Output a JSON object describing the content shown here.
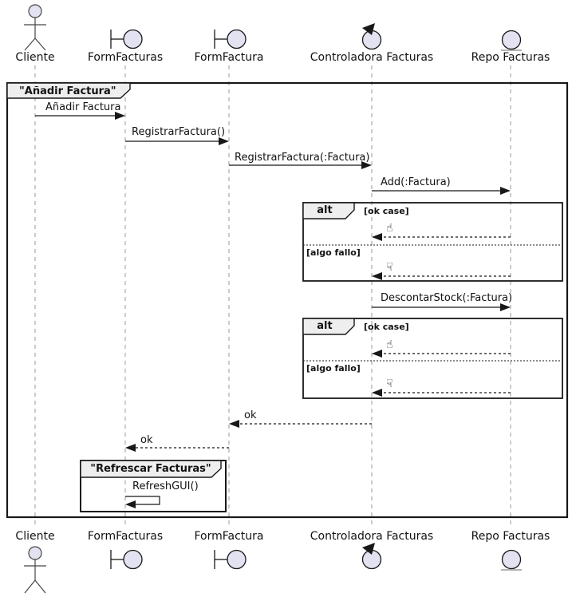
{
  "participants": [
    {
      "name": "Cliente",
      "type": "actor"
    },
    {
      "name": "FormFacturas",
      "type": "boundary"
    },
    {
      "name": "FormFactura",
      "type": "boundary"
    },
    {
      "name": "Controladora Facturas",
      "type": "control"
    },
    {
      "name": "Repo Facturas",
      "type": "entity"
    }
  ],
  "frames": {
    "outer_title": "\"Añadir Factura\"",
    "refresh_title": "\"Refrescar Facturas\"",
    "alt_operator": "alt",
    "guard_ok": "[ok case]",
    "guard_fail": "[algo fallo]"
  },
  "messages": {
    "anadir_factura": "Añadir Factura",
    "registrar_factura": "RegistrarFactura()",
    "registrar_factura_param": "RegistrarFactura(:Factura)",
    "add_factura": "Add(:Factura)",
    "descontar_stock": "DescontarStock(:Factura)",
    "ok": "ok",
    "refresh_gui": "RefreshGUI()"
  },
  "icons": {
    "thumbs_up": "☝",
    "thumbs_down": "☟"
  },
  "colors": {
    "background": "#FFFFFF",
    "line": "#181818",
    "lifeline": "#999999",
    "participant_fill": "#E2E2F0",
    "frame_label_bg": "#EEEEEE",
    "text": "#121212"
  }
}
